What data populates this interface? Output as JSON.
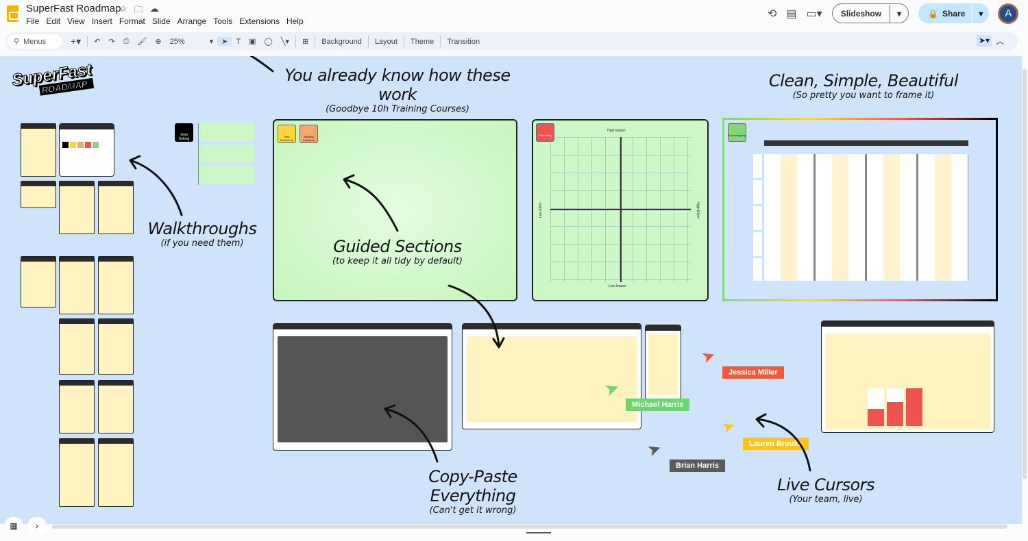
{
  "app": {
    "title": "SuperFast Roadmap",
    "menu": [
      "File",
      "Edit",
      "View",
      "Insert",
      "Format",
      "Slide",
      "Arrange",
      "Tools",
      "Extensions",
      "Help"
    ]
  },
  "toolbar": {
    "search_placeholder": "Menus",
    "zoom": "25%",
    "background": "Background",
    "layout": "Layout",
    "theme": "Theme",
    "transition": "Transition"
  },
  "header": {
    "slideshow": "Slideshow",
    "share": "Share",
    "avatar_initial": "A"
  },
  "canvas": {
    "logo_text": "SuperFast ROADMAP",
    "callouts": [
      {
        "title": "You already know how these work",
        "sub": "(Goodbye 10h Training Courses)"
      },
      {
        "title": "Clean, Simple, Beautiful",
        "sub": "(So pretty you want to frame it)"
      },
      {
        "title": "Walkthroughs",
        "sub": "(if you need them)"
      },
      {
        "title": "Guided Sections",
        "sub": "(to keep it all tidy by default)"
      },
      {
        "title": "Copy-Paste Everything",
        "sub": "(Can't get it wrong)"
      },
      {
        "title": "Live Cursors",
        "sub": "(Your team, live)"
      }
    ],
    "section_chips": {
      "goal": "Goal Setting",
      "idea": "Idea Brainstorm",
      "initiatives": "Building Initiatives",
      "prioritizing": "Prioritizing",
      "roadmapping": "Roadmapping"
    },
    "matrix": {
      "top": "High Impact",
      "bottom": "Low Impact",
      "left": "Low Effort",
      "right": "High Effort"
    },
    "cursors": [
      {
        "name": "Jessica Miller",
        "color": "#ef5a3c"
      },
      {
        "name": "Michael Harris",
        "color": "#6ad66e"
      },
      {
        "name": "Lauren Brooks",
        "color": "#fcc419"
      },
      {
        "name": "Brian Harris",
        "color": "#5a5a5a"
      }
    ]
  }
}
